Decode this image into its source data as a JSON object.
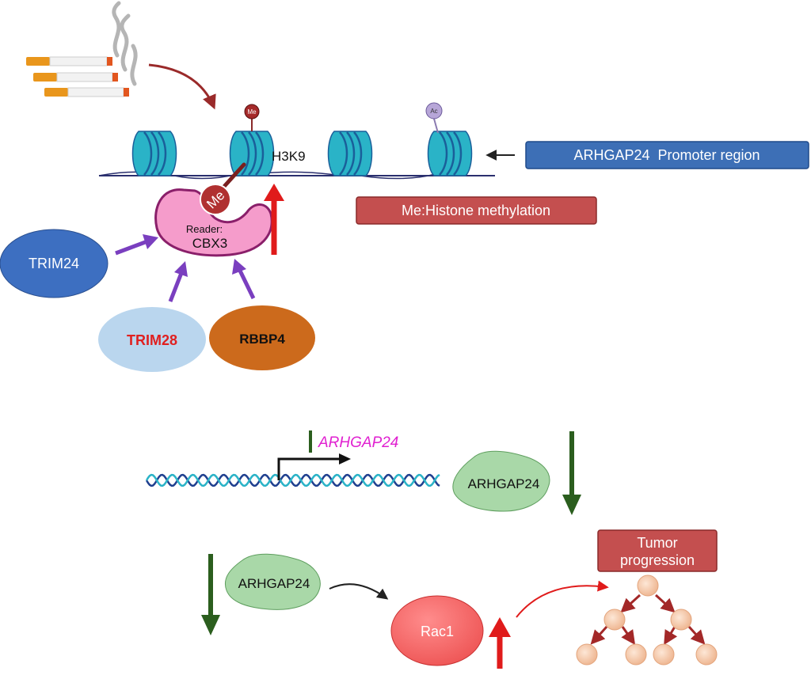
{
  "labels": {
    "me": "Me",
    "ac": "Ac",
    "h3k9": "H3K9",
    "promoter_region": "ARHGAP24  Promoter region",
    "histone_methylation": "Me:Histone methylation",
    "reader_label": "Reader:",
    "cbx3": "CBX3",
    "trim24": "TRIM24",
    "trim28": "TRIM28",
    "rbbp4": "RBBP4",
    "arhgap24_gene": "ARHGAP24",
    "arhgap24_protein_1": "ARHGAP24",
    "arhgap24_protein_2": "ARHGAP24",
    "rac1": "Rac1",
    "tumor_progression_line1": "Tumor",
    "tumor_progression_line2": "progression"
  },
  "colors": {
    "nucleosome": "#2ab3c7",
    "nucleosome_dark": "#1a5f9a",
    "dna": "#2a2f6e",
    "methyl": "#a52a2a",
    "acetyl": "#b7a6d8",
    "promoter_box": "#3d6fb6",
    "methylation_box": "#c44f4f",
    "cbx3": "#f59ccb",
    "trim24": "#3d6fc1",
    "trim28": "#bad6ee",
    "trim28_text": "#e02020",
    "rbbp4": "#cc6a1c",
    "purple_arrow": "#7a3fbf",
    "red_arrow": "#e01b1b",
    "green_arrow": "#2b5e1e",
    "arhgap24_blob": "#a9d8a8",
    "arhgap24_gene_text": "#e020d0",
    "rac1": "#f26a6a",
    "cell": "#f4c7a5"
  }
}
